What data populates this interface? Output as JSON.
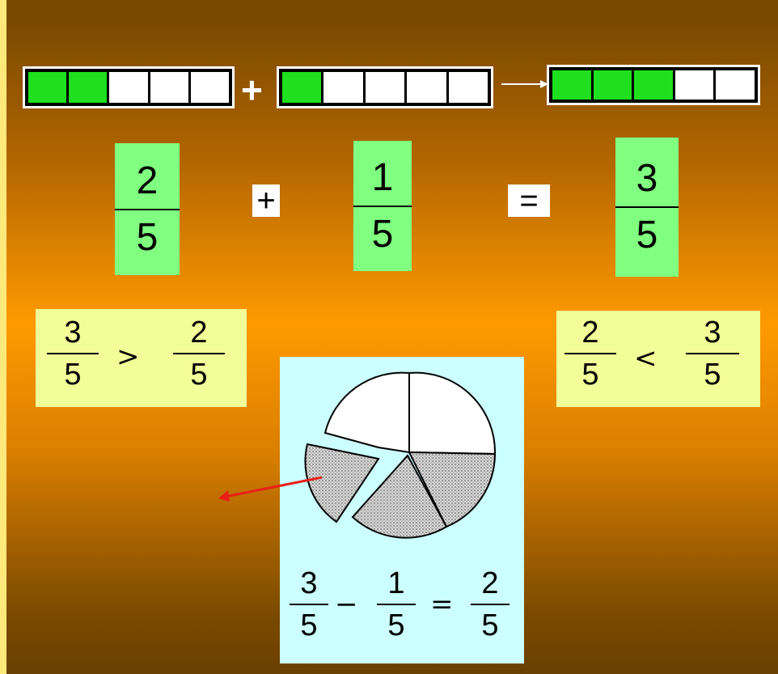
{
  "bars": [
    {
      "cells": 5,
      "filled": 2
    },
    {
      "cells": 5,
      "filled": 1
    },
    {
      "cells": 5,
      "filled": 3
    }
  ],
  "top_operator": "+",
  "main_equation": {
    "left": {
      "numerator": "2",
      "denominator": "5"
    },
    "operator": "+",
    "right": {
      "numerator": "1",
      "denominator": "5"
    },
    "equals": "=",
    "result": {
      "numerator": "3",
      "denominator": "5"
    }
  },
  "comparison_left": {
    "a": {
      "numerator": "3",
      "denominator": "5"
    },
    "symbol": ">",
    "b": {
      "numerator": "2",
      "denominator": "5"
    }
  },
  "comparison_right": {
    "a": {
      "numerator": "2",
      "denominator": "5"
    },
    "symbol": "<",
    "b": {
      "numerator": "3",
      "denominator": "5"
    }
  },
  "pie": {
    "slices": 5,
    "shaded": 3,
    "removed": 1
  },
  "subtraction": {
    "a": {
      "numerator": "3",
      "denominator": "5"
    },
    "operator": "−",
    "b": {
      "numerator": "1",
      "denominator": "5"
    },
    "equals": "=",
    "result": {
      "numerator": "2",
      "denominator": "5"
    }
  },
  "colors": {
    "filled_cell": "#1EE01E",
    "fraction_box": "#80FF80",
    "comparison_box": "#F2FF99",
    "pie_box": "#CCFFFF",
    "arrow_red": "#E8201A"
  }
}
